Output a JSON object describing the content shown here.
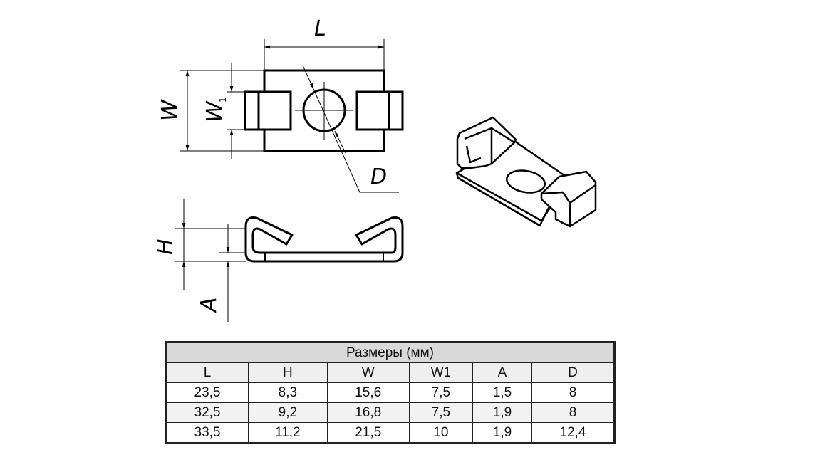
{
  "drawing": {
    "labels": {
      "L": "L",
      "W": "W",
      "W1_base": "W",
      "W1_sub": "1",
      "D": "D",
      "H": "H",
      "A": "A"
    }
  },
  "table": {
    "title": "Размеры (мм)",
    "columns": [
      "L",
      "H",
      "W",
      "W1",
      "A",
      "D"
    ],
    "rows": [
      [
        "23,5",
        "8,3",
        "15,6",
        "7,5",
        "1,5",
        "8"
      ],
      [
        "32,5",
        "9,2",
        "16,8",
        "7,5",
        "1,9",
        "8"
      ],
      [
        "33,5",
        "11,2",
        "21,5",
        "10",
        "1,9",
        "12,4"
      ]
    ]
  }
}
